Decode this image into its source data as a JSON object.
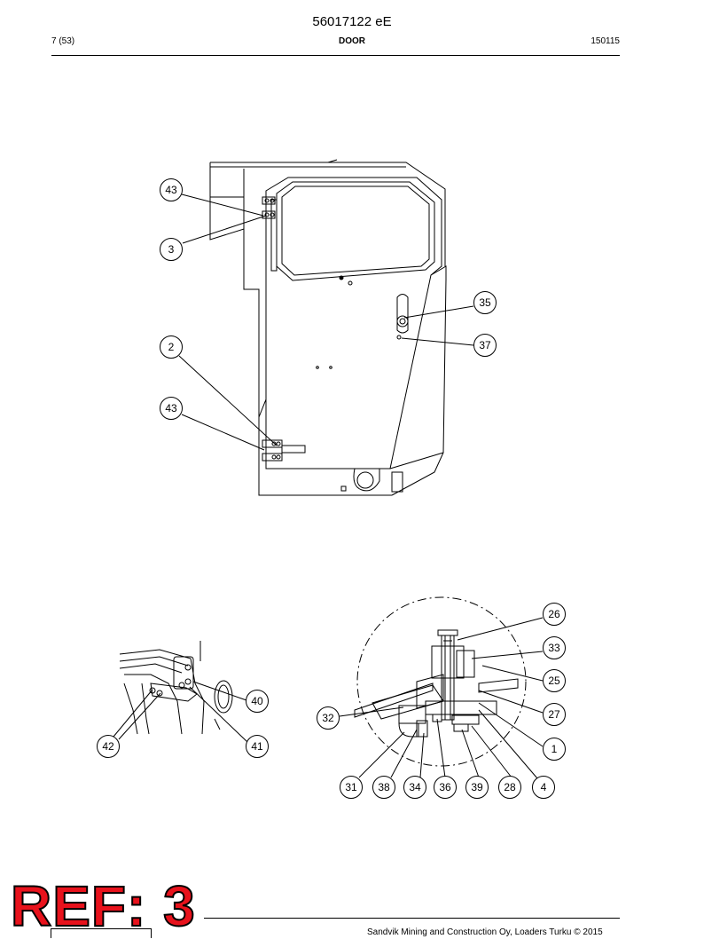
{
  "header": {
    "document_number": "56017122 eE",
    "page": "7 (53)",
    "section": "DOOR",
    "date_code": "150115"
  },
  "door_view": {
    "callouts": [
      "43",
      "3",
      "35",
      "2",
      "37",
      "43"
    ]
  },
  "hinge_view": {
    "callouts": [
      "40",
      "42",
      "41"
    ]
  },
  "detail_view": {
    "callouts": [
      "26",
      "33",
      "25",
      "32",
      "27",
      "1",
      "31",
      "38",
      "34",
      "36",
      "39",
      "28",
      "4"
    ]
  },
  "stamp": {
    "text": "REF: 3",
    "color": "#e8121c"
  },
  "footer": {
    "copyright": "Sandvik Mining and Construction Oy, Loaders Turku © 2015"
  }
}
